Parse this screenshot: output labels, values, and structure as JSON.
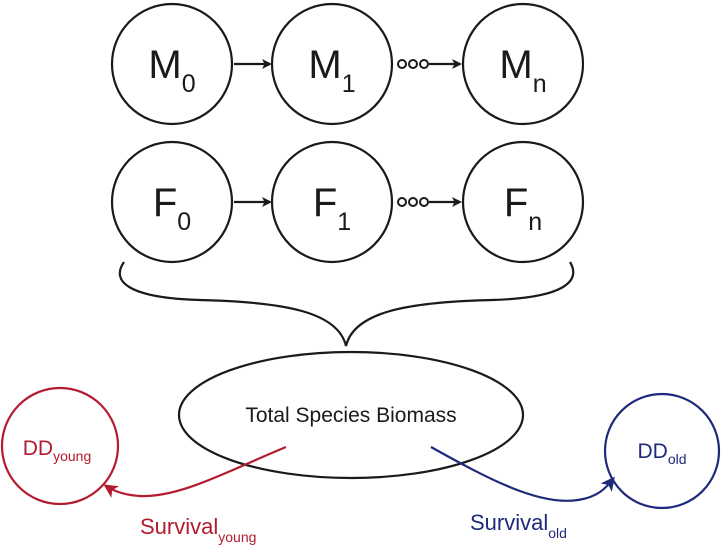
{
  "rows": {
    "male": {
      "nodes": [
        {
          "main": "M",
          "sub": "0"
        },
        {
          "main": "M",
          "sub": "1"
        },
        {
          "main": "M",
          "sub": "n"
        }
      ]
    },
    "female": {
      "nodes": [
        {
          "main": "F",
          "sub": "0"
        },
        {
          "main": "F",
          "sub": "1"
        },
        {
          "main": "F",
          "sub": "n"
        }
      ]
    }
  },
  "biomass": {
    "label": "Total Species Biomass"
  },
  "dd_young": {
    "main": "DD",
    "sub": "young",
    "color": "#b31b2e"
  },
  "dd_old": {
    "main": "DD",
    "sub": "old",
    "color": "#1f2a7a"
  },
  "survival_young": {
    "main": "Survival",
    "sub": "young",
    "color": "#b31b2e"
  },
  "survival_old": {
    "main": "Survival",
    "sub": "old",
    "color": "#1f2a7a"
  },
  "colors": {
    "ink": "#1a1a1a"
  }
}
